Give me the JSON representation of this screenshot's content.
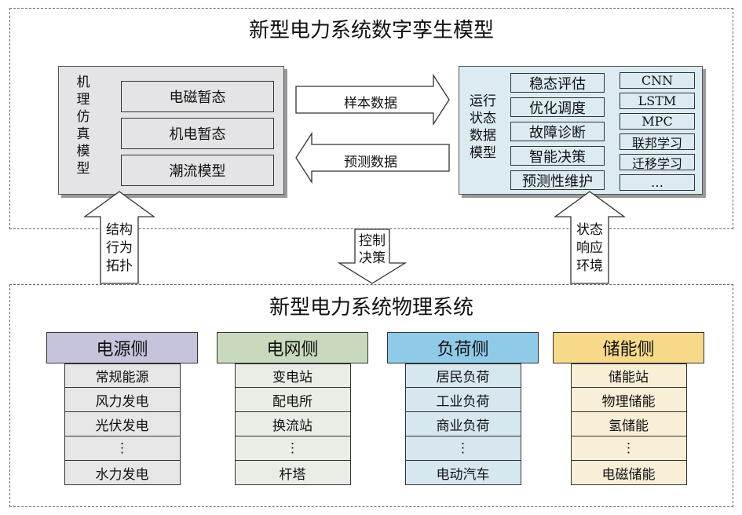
{
  "top": {
    "title": "新型电力系统数字孪生模型",
    "mech_model": {
      "label": "机理仿真模型",
      "items": [
        "电磁暂态",
        "机电暂态",
        "潮流模型"
      ]
    },
    "arrow_sample": "样本数据",
    "arrow_predict": "预测数据",
    "data_model": {
      "label_lines": [
        "运行",
        "状态",
        "数据",
        "模型"
      ],
      "tasks": [
        "稳态评估",
        "优化调度",
        "故障诊断",
        "智能决策",
        "预测性维护"
      ],
      "methods": [
        "CNN",
        "LSTM",
        "MPC",
        "联邦学习",
        "迁移学习",
        "…"
      ]
    }
  },
  "links": {
    "left_up": [
      "结构",
      "行为",
      "拓扑"
    ],
    "center_down": [
      "控制",
      "决策"
    ],
    "right_up": [
      "状态",
      "响应",
      "环境"
    ]
  },
  "bottom": {
    "title": "新型电力系统物理系统",
    "columns": [
      {
        "header": "电源侧",
        "color": "#c6c4dc",
        "cell_color": "#e6e6e6",
        "items": [
          "常规能源",
          "风力发电",
          "光伏发电",
          "⋮",
          "水力发电"
        ]
      },
      {
        "header": "电网侧",
        "color": "#c9d9bd",
        "cell_color": "#e9ede5",
        "items": [
          "变电站",
          "配电所",
          "换流站",
          "⋮",
          "杆塔"
        ]
      },
      {
        "header": "负荷侧",
        "color": "#8fcbe8",
        "cell_color": "#d6e7f0",
        "items": [
          "居民负荷",
          "工业负荷",
          "商业负荷",
          "⋮",
          "电动汽车"
        ]
      },
      {
        "header": "储能侧",
        "color": "#f8d98a",
        "cell_color": "#f9efd6",
        "items": [
          "储能站",
          "物理储能",
          "氢储能",
          "⋮",
          "电磁储能"
        ]
      }
    ]
  }
}
